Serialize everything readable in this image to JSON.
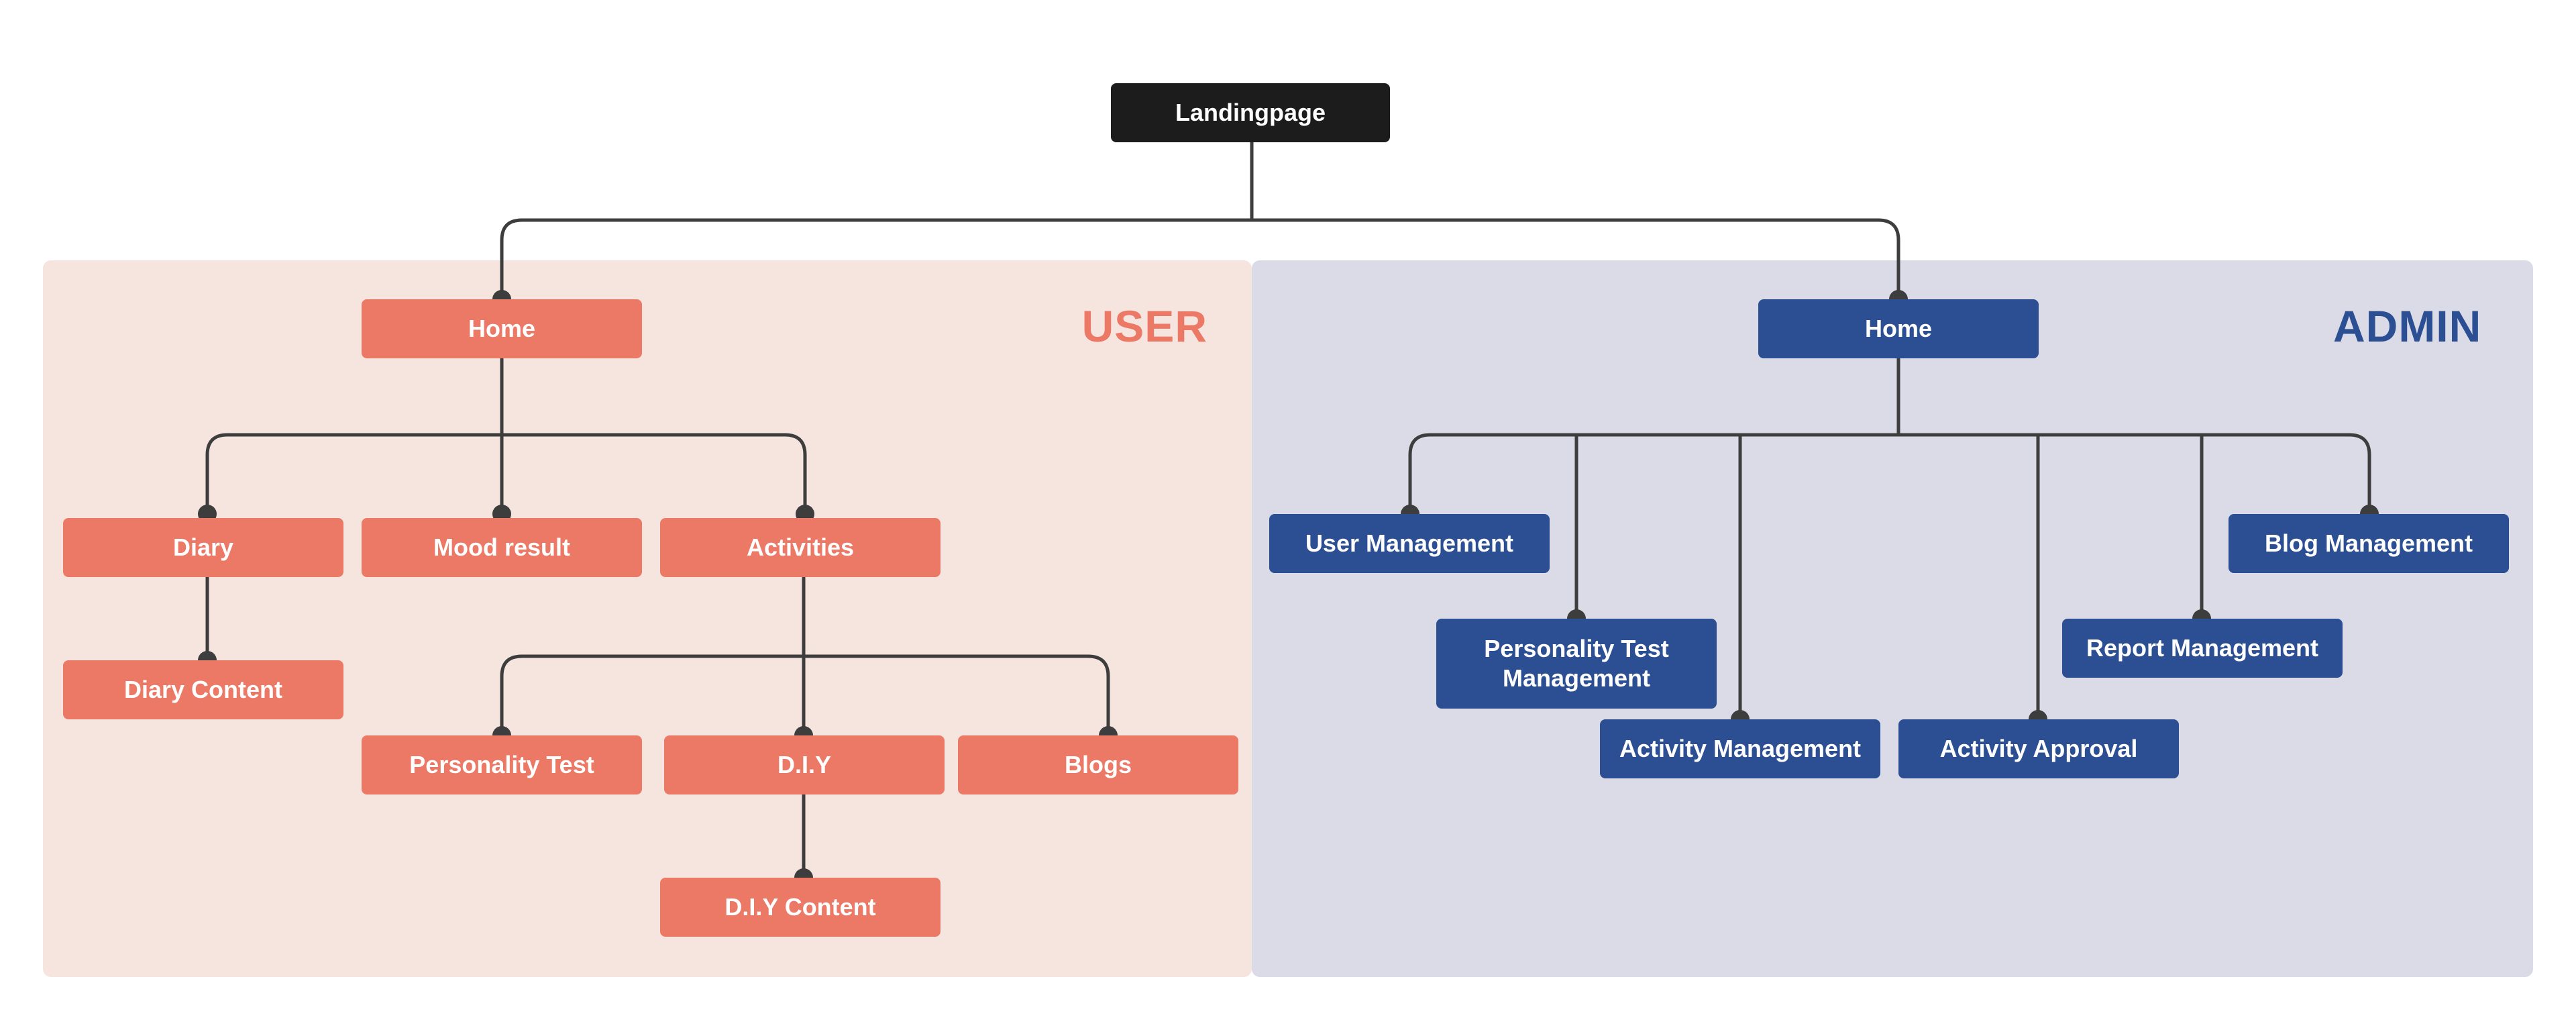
{
  "colors": {
    "user_node": "#ec7866",
    "user_panel": "#f6e4df",
    "admin_node": "#2c4f93",
    "admin_panel": "#dbdbe7",
    "root_node": "#1c1c1c",
    "connector": "#3d3d3d"
  },
  "root": {
    "label": "Landingpage"
  },
  "user": {
    "title": "USER",
    "home": "Home",
    "diary": "Diary",
    "diary_content": "Diary Content",
    "mood_result": "Mood result",
    "activities": "Activities",
    "personality_test": "Personality Test",
    "diy": "D.I.Y",
    "blogs": "Blogs",
    "diy_content": "D.I.Y Content"
  },
  "admin": {
    "title": "ADMIN",
    "home": "Home",
    "user_management": "User Management",
    "personality_test_management": "Personality Test\nManagement",
    "activity_management": "Activity Management",
    "activity_approval": "Activity Approval",
    "report_management": "Report Management",
    "blog_management": "Blog Management"
  }
}
